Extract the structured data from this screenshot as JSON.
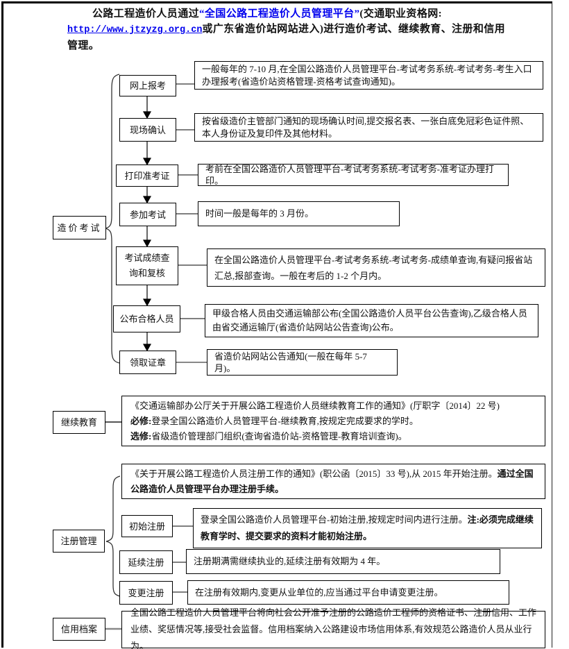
{
  "colors": {
    "link_blue": "#0000EE",
    "line_black": "#000000"
  },
  "header": {
    "line1_prefix": "公路工程造价人员通过",
    "line1_platform": "“全国公路工程造价人员管理平台”",
    "line1_suffix": "(交通职业资格网:",
    "line2_url": "http://www.jtzyzg.org.cn",
    "line2_text": "或广东省造价站网站进入)进行造价考试、继续教育、注册和信用",
    "line3_text": "管理。"
  },
  "exam": {
    "label": "造价考试",
    "steps": [
      {
        "label": "网上报考",
        "desc": "一般每年的 7-10 月,在全国公路造价人员管理平台-考试考务系统-考试考务-考生入口办理报考(省造价站资格管理-资格考试查询通知)。"
      },
      {
        "label": "现场确认",
        "desc": "按省级造价主管部门通知的现场确认时间,提交报名表、一张白底免冠彩色证件照、本人身份证及复印件及其他材料。"
      },
      {
        "label": "打印准考证",
        "desc": "考前在全国公路造价人员管理平台-考试考务系统-考试考务-准考证办理打印。"
      },
      {
        "label": "参加考试",
        "desc": "时间一般是每年的 3 月份。"
      },
      {
        "label": "考试成绩查询和复核",
        "desc": "在全国公路造价人员管理平台-考试考务系统-考试考务-成绩单查询,有疑问报省站汇总,报部查询。一般在考后的 1-2 个月内。"
      },
      {
        "label": "公布合格人员",
        "desc": "甲级合格人员由交通运输部公布(全国公路造价人员平台公告查询),乙级合格人员由省交通运输厅(省造价站网站公告查询)公布。"
      },
      {
        "label": "领取证章",
        "desc": "省造价站网站公告通知(一般在每年 5-7 月)。"
      }
    ]
  },
  "education": {
    "label": "继续教育",
    "notice": "《交通运输部办公厅关于开展公路工程造价人员继续教育工作的通知》(厅职字〔2014〕22 号)",
    "required_label": "必修:",
    "required_text": "登录全国公路造价人员管理平台-继续教育,按规定完成要求的学时。",
    "optional_label": "选修:",
    "optional_text": "省级造价管理部门组织(查询省造价站-资格管理-教育培训查询)。"
  },
  "registration": {
    "label": "注册管理",
    "notice_normal": "《关于开展公路工程造价人员注册工作的通知》(职公函〔2015〕33 号),从 2015 年开始注册。",
    "notice_bold": "通过全国公路造价人员管理平台办理注册手续。",
    "steps": [
      {
        "label": "初始注册",
        "desc_normal": "登录全国公路造价人员管理平台-初始注册,按规定时间内进行注册。",
        "desc_bold": "注:必须完成继续教育学时、提交要求的资料才能初始注册。"
      },
      {
        "label": "延续注册",
        "desc_normal": "注册期满需继续执业的,延续注册有效期为 4 年。",
        "desc_bold": ""
      },
      {
        "label": "变更注册",
        "desc_normal": "在注册有效期内,变更从业单位的,应当通过平台申请变更注册。",
        "desc_bold": ""
      }
    ]
  },
  "credit": {
    "label": "信用档案",
    "desc": "全国公路工程造价人员管理平台将向社会公开准予注册的公路造价工程师的资格证书、注册信用、工作业绩、奖惩情况等,接受社会监督。信用档案纳入公路建设市场信用体系,有效规范公路造价人员从业行为。"
  }
}
